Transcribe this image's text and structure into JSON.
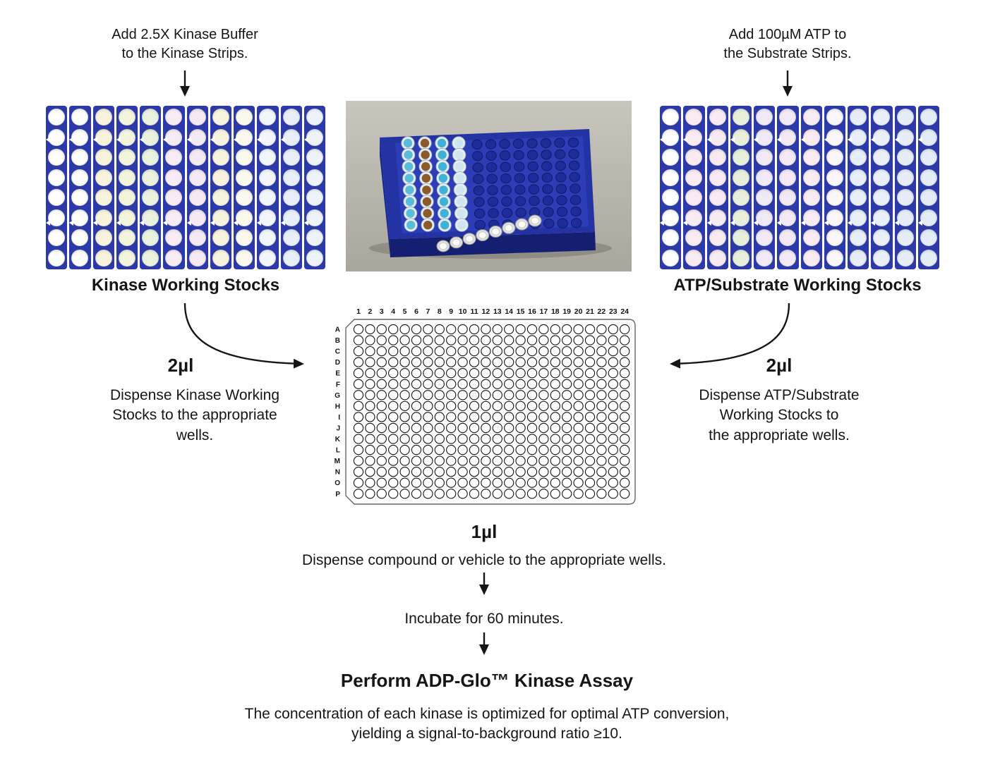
{
  "steps": {
    "top_left_label": "Add 2.5X Kinase Buffer\nto the Kinase Strips.",
    "top_right_label": "Add 100µM ATP to\nthe Substrate Strips.",
    "left_caption": "Kinase Working Stocks",
    "right_caption": "ATP/Substrate Working Stocks",
    "left_volume": "2µl",
    "left_dispense": "Dispense Kinase Working\nStocks to the appropriate\nwells.",
    "right_volume": "2µl",
    "right_dispense": "Dispense ATP/Substrate\nWorking Stocks to\nthe appropriate wells.",
    "center_volume": "1µl",
    "center_dispense": "Dispense compound or vehicle to the appropriate wells.",
    "incubate": "Incubate for 60 minutes.",
    "assay_title": "Perform ADP-Glo™ Kinase Assay",
    "assay_note": "The concentration of each kinase is optimized for optimal ATP conversion,\nyielding a signal-to-background ratio ≥10."
  },
  "plates": {
    "strip_color": "#2b3aa8",
    "left_plate": {
      "strips": 12,
      "wells_per_strip": 8,
      "strip_tints": [
        "#ffffff",
        "#fdfdfb",
        "#f7f3dc",
        "#f3f4dc",
        "#eaf1de",
        "#f8ecf4",
        "#f5eaf3",
        "#f8f3de",
        "#fbf9ee",
        "#f2f5fa",
        "#e9eff8",
        "#eef3fa"
      ]
    },
    "right_plate": {
      "strips": 12,
      "wells_per_strip": 8,
      "strip_tints": [
        "#fefefe",
        "#f8ecf2",
        "#f7eaf1",
        "#e8f0dc",
        "#efeaf6",
        "#f2e9f4",
        "#f8ecf2",
        "#fbf6f9",
        "#e7eef8",
        "#e9f0f9",
        "#e6edf7",
        "#e4ecf6"
      ]
    }
  },
  "plate384": {
    "columns": [
      "1",
      "2",
      "3",
      "4",
      "5",
      "6",
      "7",
      "8",
      "9",
      "10",
      "11",
      "12",
      "13",
      "14",
      "15",
      "16",
      "17",
      "18",
      "19",
      "20",
      "21",
      "22",
      "23",
      "24"
    ],
    "rows": [
      "A",
      "B",
      "C",
      "D",
      "E",
      "F",
      "G",
      "H",
      "I",
      "J",
      "K",
      "L",
      "M",
      "N",
      "O",
      "P"
    ]
  },
  "photo": {
    "plate_color": "#2333a4",
    "tube_strip_colors": [
      "#5bbcd9",
      "#8a5a2a",
      "#3fb0d8",
      "#cfe6f0"
    ]
  }
}
